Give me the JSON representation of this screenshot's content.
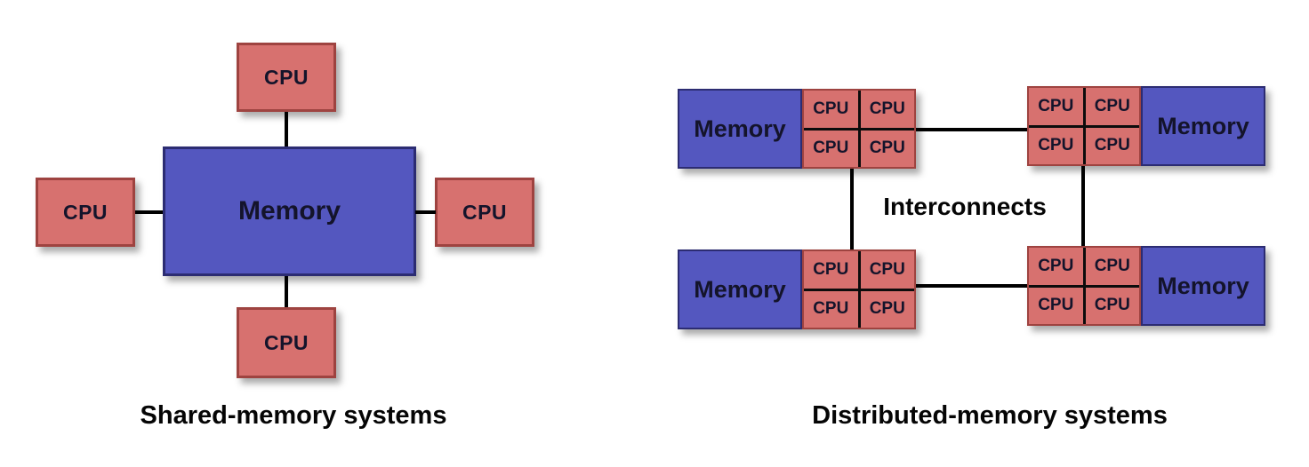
{
  "left_diagram": {
    "caption": "Shared-memory systems",
    "memory": {
      "label": "Memory"
    },
    "cpus": [
      {
        "position": "top",
        "label": "CPU"
      },
      {
        "position": "left",
        "label": "CPU"
      },
      {
        "position": "right",
        "label": "CPU"
      },
      {
        "position": "bottom",
        "label": "CPU"
      }
    ]
  },
  "right_diagram": {
    "caption": "Distributed-memory systems",
    "interconnect_label": "Interconnects",
    "nodes": [
      {
        "position": "top-left",
        "memory_side": "left",
        "memory_label": "Memory",
        "cpu_labels": [
          "CPU",
          "CPU",
          "CPU",
          "CPU"
        ]
      },
      {
        "position": "top-right",
        "memory_side": "right",
        "memory_label": "Memory",
        "cpu_labels": [
          "CPU",
          "CPU",
          "CPU",
          "CPU"
        ]
      },
      {
        "position": "bottom-left",
        "memory_side": "left",
        "memory_label": "Memory",
        "cpu_labels": [
          "CPU",
          "CPU",
          "CPU",
          "CPU"
        ]
      },
      {
        "position": "bottom-right",
        "memory_side": "right",
        "memory_label": "Memory",
        "cpu_labels": [
          "CPU",
          "CPU",
          "CPU",
          "CPU"
        ]
      }
    ]
  },
  "colors": {
    "memory_fill": "#5457bf",
    "memory_border": "#2c2c72",
    "cpu_fill": "#d7716f",
    "cpu_border": "#9e4340",
    "connector": "#000000",
    "label_text": "#14142b"
  }
}
